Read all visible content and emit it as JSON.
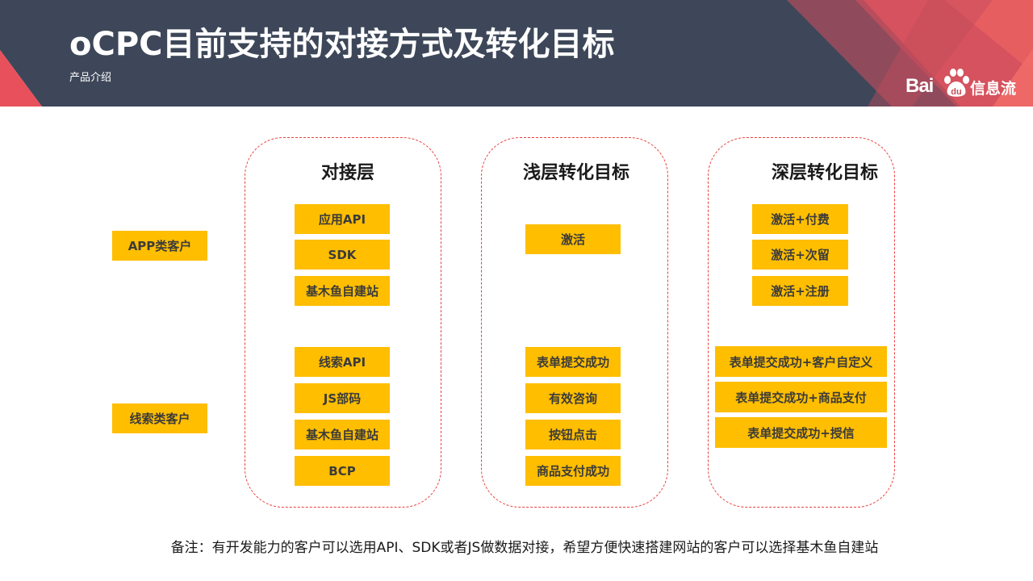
{
  "header": {
    "title": "oCPC目前支持的对接方式及转化目标",
    "subtitle": "产品介绍",
    "logo": {
      "brand": "Bai",
      "paw_text": "du",
      "product": "信息流"
    }
  },
  "customers": {
    "app": "APP类客户",
    "lead": "线索类客户"
  },
  "columns": {
    "integration": {
      "title": "对接层",
      "items": [
        "应用API",
        "SDK",
        "基木鱼自建站",
        "线索API",
        "JS部码",
        "基木鱼自建站",
        "BCP"
      ]
    },
    "shallow": {
      "title": "浅层转化目标",
      "items": [
        "激活",
        "表单提交成功",
        "有效咨询",
        "按钮点击",
        "商品支付成功"
      ]
    },
    "deep": {
      "title": "深层转化目标",
      "items": [
        "激活+付费",
        "激活+次留",
        "激活+注册",
        "表单提交成功+客户自定义",
        "表单提交成功+商品支付",
        "表单提交成功+授信"
      ]
    }
  },
  "note": "备注：有开发能力的客户可以选用API、SDK或者JS做数据对接，希望方便快速搭建网站的客户可以选择基木鱼自建站",
  "colors": {
    "header_dark": "#3d4759",
    "accent_red": "#e8505b",
    "box_yellow": "#ffbe00",
    "dashed_border": "#e8403c"
  }
}
